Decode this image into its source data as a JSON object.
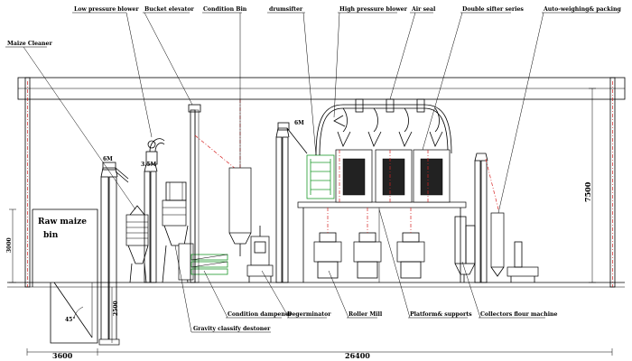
{
  "labels": {
    "low_pressure_blower": "Low pressure blower",
    "bucket_elevator": "Bucket elevator",
    "condition_bin": "Condition Bin",
    "drum_sifter": "drumsifter",
    "high_pressure_blower": "High pressure blower",
    "air_seal": "Air seal",
    "double_sifter_series": "Double sifter series",
    "auto_weighing_packing": "Auto-weighing& packing",
    "maize_cleaner": "Maize Cleaner",
    "raw_maize_bin_line1": "Raw maize",
    "raw_maize_bin_line2": "bin",
    "condition_dampener": "Condition dampener",
    "degerminator": "Degerminator",
    "roller_mill": "Roller Mill",
    "platform_supports": "Platform& supports",
    "collectors_flour_machine": "Collectors flour machine",
    "gravity_classify_destoner": "Gravity classify destoner"
  },
  "elevator_heights": {
    "left": "6M",
    "middle": "3.5M",
    "right": "6M"
  },
  "dimensions": {
    "left_span": "3600",
    "total_span": "26400",
    "building_height": "7500",
    "bin_height": "3000",
    "pit_depth": "2500",
    "hopper_angle": "45°"
  },
  "colors": {
    "line": "#000000",
    "centerline": "#d62020",
    "green_frame": "#1c9a2a"
  }
}
